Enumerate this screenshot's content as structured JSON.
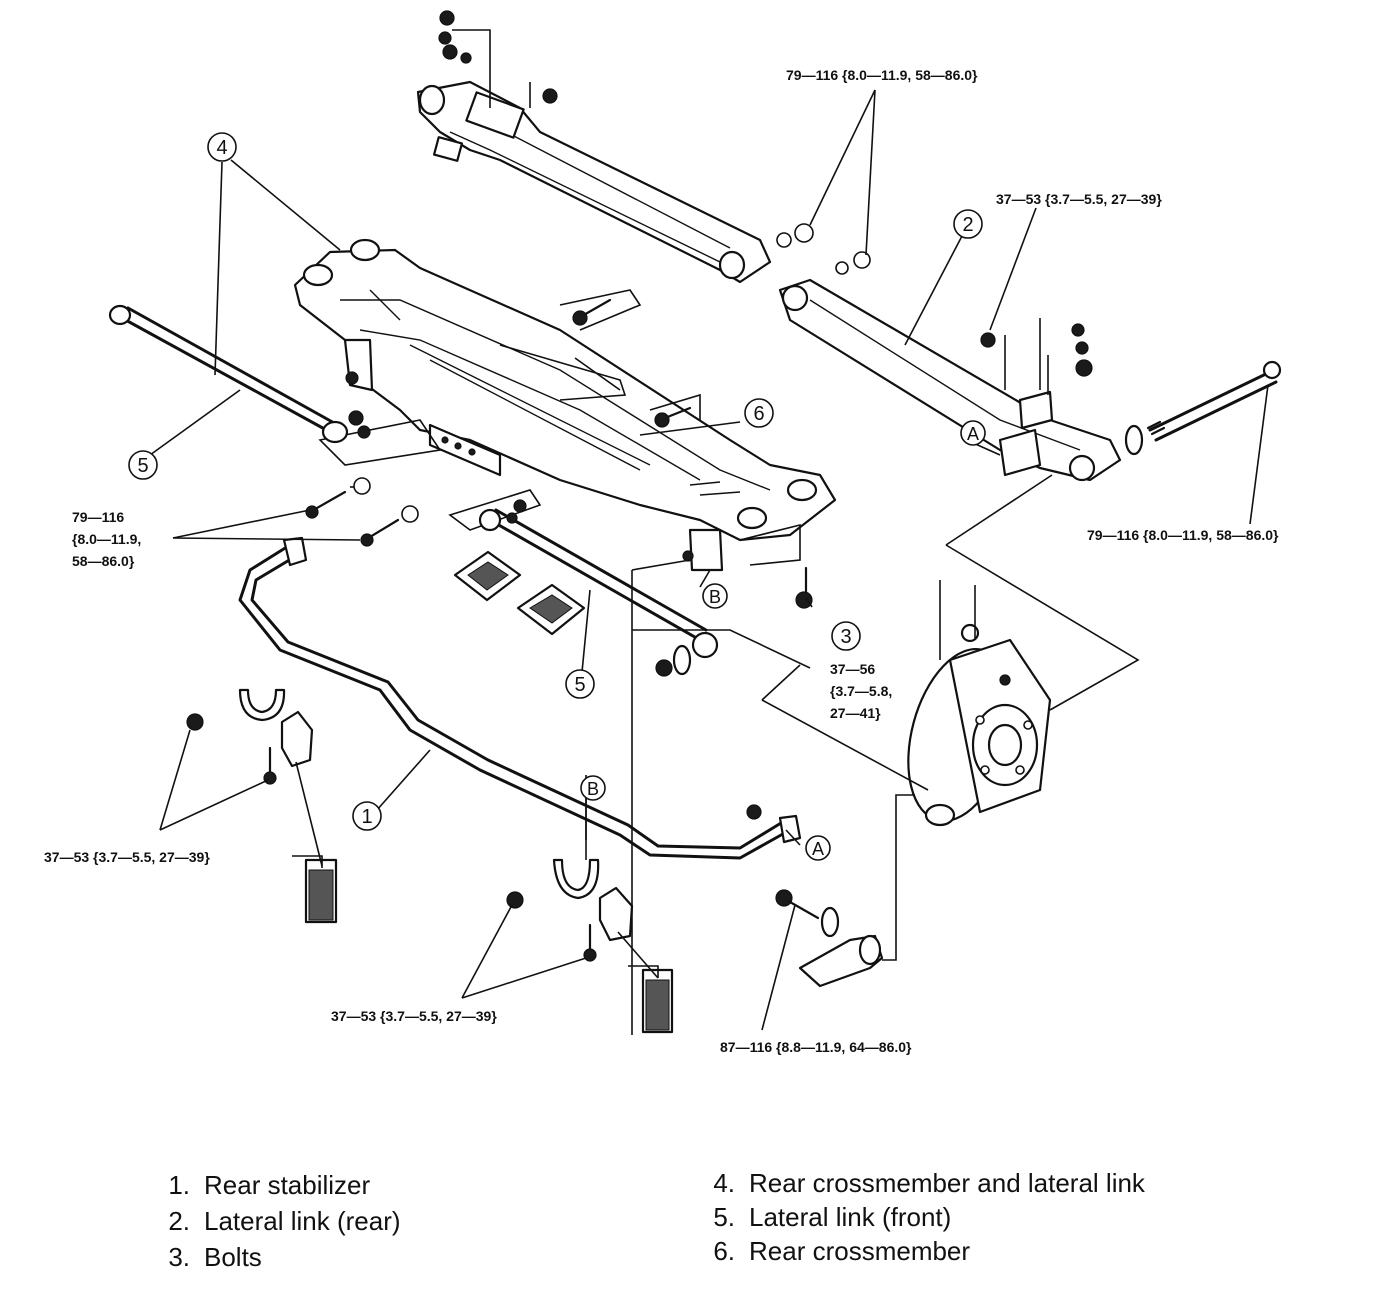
{
  "callouts": {
    "c1": "1",
    "c2": "2",
    "c3": "3",
    "c4": "4",
    "c5a": "5",
    "c5b": "5",
    "c6": "6",
    "cA1": "A",
    "cA2": "A",
    "cB1": "B",
    "cB2": "B"
  },
  "torque_specs": {
    "top_right": "79—116 {8.0—11.9, 58—86.0}",
    "lateral_link_bracket": "37—53 {3.7—5.5, 27—39}",
    "right_end": "79—116 {8.0—11.9, 58—86.0}",
    "left_bolts_line1": "79—116",
    "left_bolts_line2": "{8.0—11.9,",
    "left_bolts_line3": "58—86.0}",
    "crossmember_bolt_line1": "37—56",
    "crossmember_bolt_line2": "{3.7—5.8,",
    "crossmember_bolt_line3": "27—41}",
    "left_clamp": "37—53 {3.7—5.5, 27—39}",
    "center_clamp": "37—53 {3.7—5.5, 27—39}",
    "knuckle_bolt": "87—116 {8.8—11.9, 64—86.0}"
  },
  "legend": [
    {
      "num": "1.",
      "label": "Rear stabilizer"
    },
    {
      "num": "2.",
      "label": "Lateral link (rear)"
    },
    {
      "num": "3.",
      "label": "Bolts"
    },
    {
      "num": "4.",
      "label": "Rear crossmember and lateral link"
    },
    {
      "num": "5.",
      "label": "Lateral link (front)"
    },
    {
      "num": "6.",
      "label": "Rear crossmember"
    }
  ]
}
